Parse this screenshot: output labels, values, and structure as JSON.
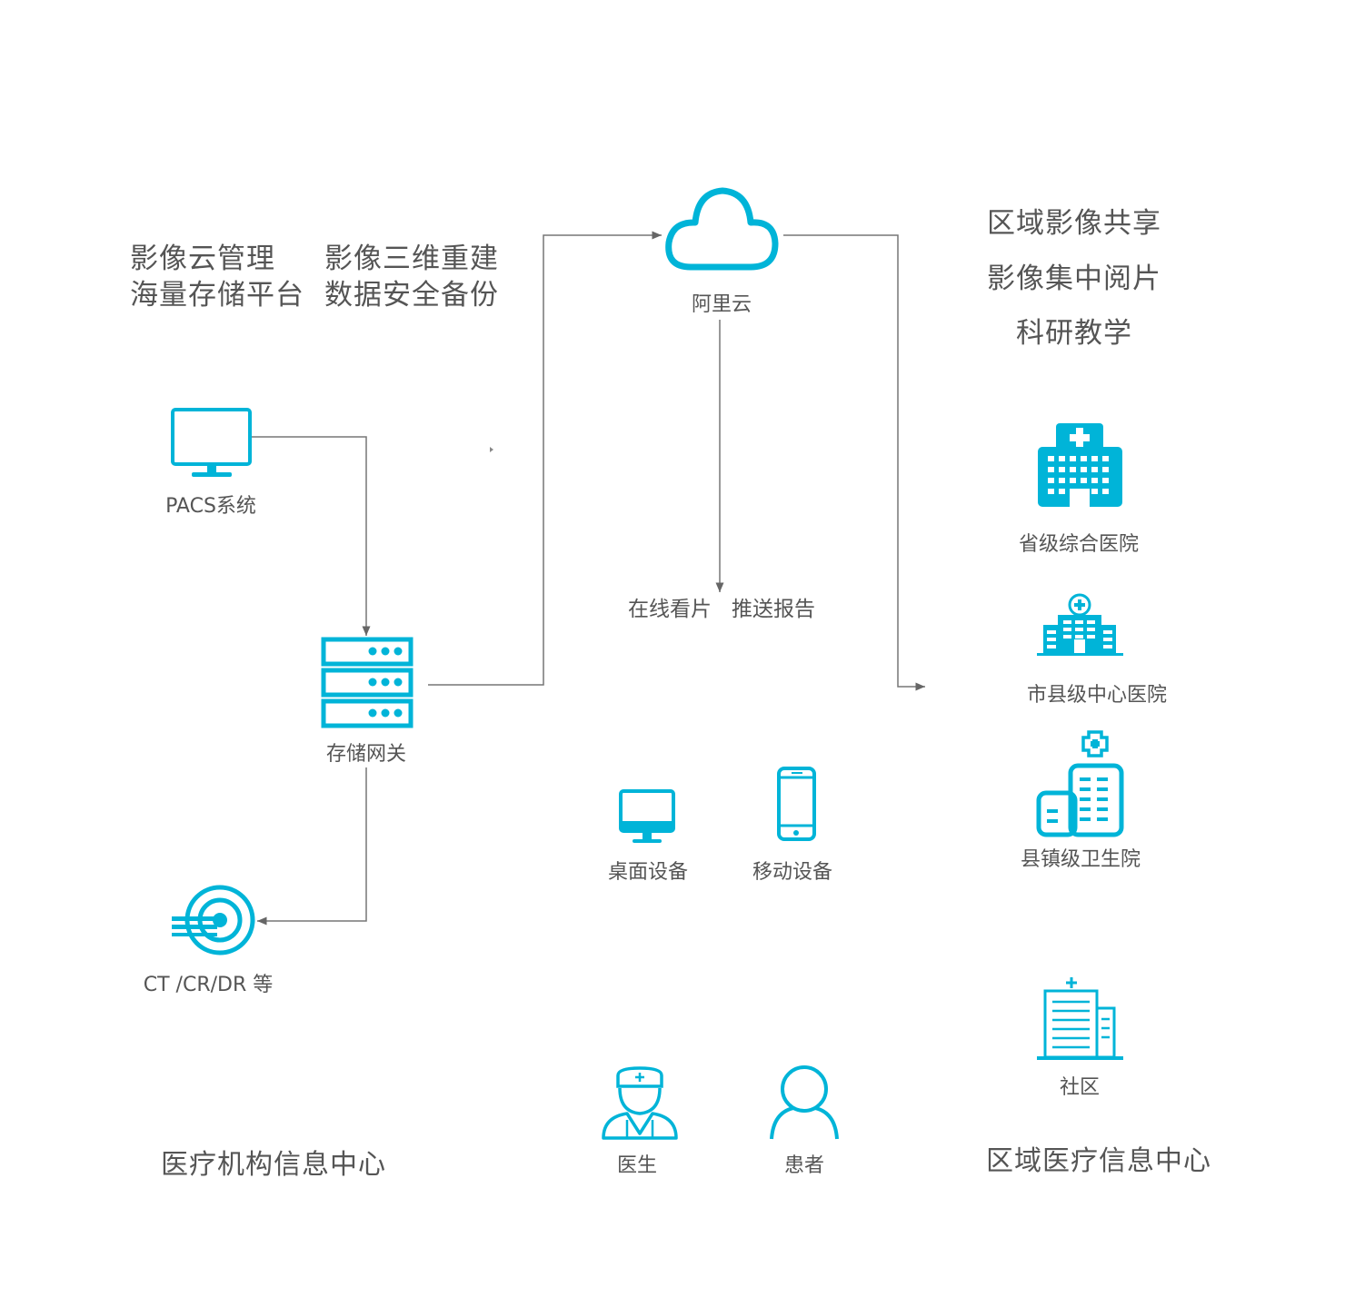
{
  "colors": {
    "accent": "#00b4d8",
    "connector": "#666666",
    "text": "#555555"
  },
  "features_left": {
    "line1": "影像云管理",
    "line2": "海量存储平台"
  },
  "features_right": {
    "line1": "影像三维重建",
    "line2": "数据安全备份"
  },
  "cloud": {
    "label": "阿里云",
    "icon": "cloud-icon"
  },
  "cloud_services": "在线看片   推送报告",
  "regional_features": [
    "区域影像共享",
    "影像集中阅片",
    "科研教学"
  ],
  "nodes": {
    "pacs": {
      "label": "PACS系统",
      "icon": "monitor-icon"
    },
    "gateway": {
      "label": "存储网关",
      "icon": "server-icon"
    },
    "ct": {
      "label": "CT /CR/DR 等",
      "icon": "ct-scanner-icon"
    }
  },
  "devices": [
    {
      "label": "桌面设备",
      "icon": "desktop-icon"
    },
    {
      "label": "移动设备",
      "icon": "mobile-icon"
    }
  ],
  "users": [
    {
      "label": "医生",
      "icon": "doctor-icon"
    },
    {
      "label": "患者",
      "icon": "patient-icon"
    }
  ],
  "hospitals": [
    {
      "label": "省级综合医院",
      "icon": "provincial-hospital-icon"
    },
    {
      "label": "市县级中心医院",
      "icon": "city-hospital-icon"
    },
    {
      "label": "县镇级卫生院",
      "icon": "township-clinic-icon"
    },
    {
      "label": "社区",
      "icon": "community-icon"
    }
  ],
  "footers": {
    "left": "医疗机构信息中心",
    "right": "区域医疗信息中心"
  }
}
